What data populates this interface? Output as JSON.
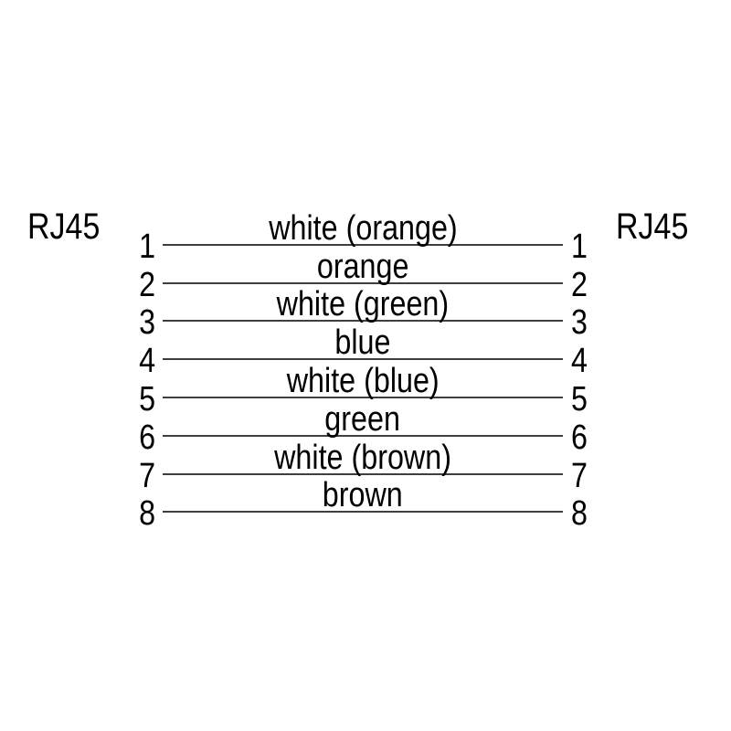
{
  "diagram": {
    "type": "rj45-pinout-wiring-diagram",
    "left_connector": {
      "label": "RJ45"
    },
    "right_connector": {
      "label": "RJ45"
    },
    "colors": {
      "text": "#000000",
      "line": "#3f3f3f",
      "background": "#ffffff"
    },
    "wires": [
      {
        "pin": "1",
        "label": "white (orange)"
      },
      {
        "pin": "2",
        "label": "orange"
      },
      {
        "pin": "3",
        "label": "white (green)"
      },
      {
        "pin": "4",
        "label": "blue"
      },
      {
        "pin": "5",
        "label": "white (blue)"
      },
      {
        "pin": "6",
        "label": "green"
      },
      {
        "pin": "7",
        "label": "white (brown)"
      },
      {
        "pin": "8",
        "label": "brown"
      }
    ]
  }
}
